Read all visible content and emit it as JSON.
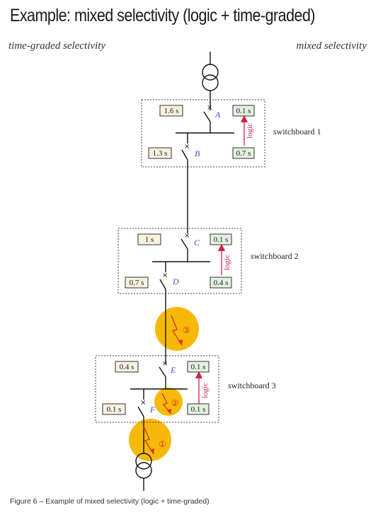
{
  "title": "Example: mixed selectivity (logic + time-graded)",
  "left_label": "time-graded selectivity",
  "right_label": "mixed selectivity",
  "caption": "Figure 6 – Example of mixed selectivity (logic + time-graded)",
  "logic_label": "logic",
  "colors": {
    "fault_circle": "#f6b90a",
    "logic_arrow": "#d0204a",
    "breaker_label": "#3550c8",
    "time_box_fill": "#f7f1e0",
    "logic_box_fill": "#e4f1e0"
  },
  "switchboards": [
    {
      "name": "switchboard 1",
      "upper": {
        "breaker": "A",
        "time": "1.6 s",
        "logic_time": "0.1 s"
      },
      "lower": {
        "breaker": "B",
        "time": "1.3 s",
        "logic_time": "0.7 s"
      }
    },
    {
      "name": "switchboard 2",
      "upper": {
        "breaker": "C",
        "time": "1 s",
        "logic_time": "0.1 s"
      },
      "lower": {
        "breaker": "D",
        "time": "0.7 s",
        "logic_time": "0.4 s"
      }
    },
    {
      "name": "switchboard 3",
      "upper": {
        "breaker": "E",
        "time": "0.4 s",
        "logic_time": "0.1 s"
      },
      "lower": {
        "breaker": "F",
        "time": "0.1 s",
        "logic_time": "0.1 s"
      }
    }
  ],
  "faults": [
    "③",
    "②",
    "①"
  ]
}
